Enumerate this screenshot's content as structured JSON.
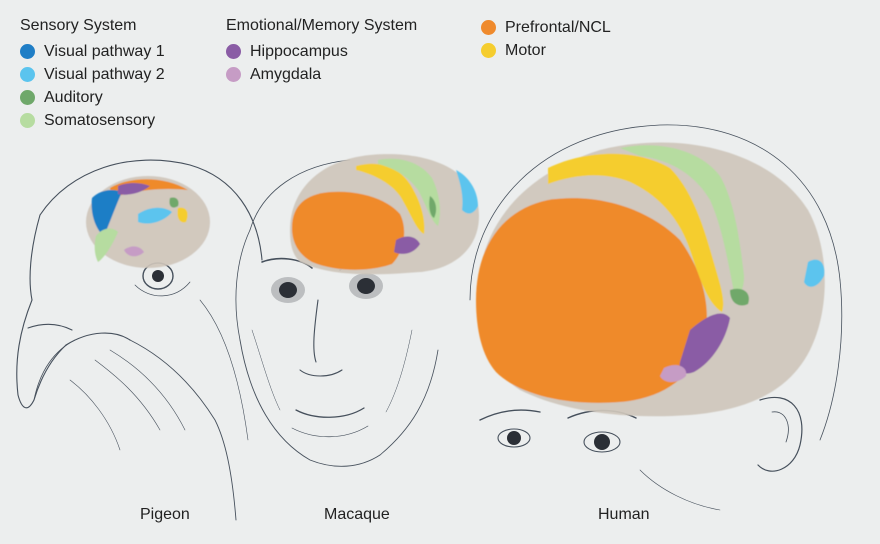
{
  "colors": {
    "visual1": "#1f7ec6",
    "visual2": "#5bc4ee",
    "auditory": "#6fa86a",
    "somatosensory": "#b6dca0",
    "hippocampus": "#8a5ca5",
    "amygdala": "#c69cc5",
    "prefrontal": "#ef8a2c",
    "motor": "#f5cd2e",
    "brain_base": "#cfc6bb",
    "sketch": "#46505c"
  },
  "legend": {
    "sensory": {
      "heading": "Sensory System",
      "items": [
        {
          "label": "Visual pathway 1",
          "color": "#1f7ec6"
        },
        {
          "label": "Visual pathway 2",
          "color": "#5bc4ee"
        },
        {
          "label": "Auditory",
          "color": "#6fa86a"
        },
        {
          "label": "Somatosensory",
          "color": "#b6dca0"
        }
      ]
    },
    "emotional": {
      "heading": "Emotional/Memory System",
      "items": [
        {
          "label": "Hippocampus",
          "color": "#8a5ca5"
        },
        {
          "label": "Amygdala",
          "color": "#c69cc5"
        }
      ]
    },
    "other": {
      "items": [
        {
          "label": "Prefrontal/NCL",
          "color": "#ef8a2c"
        },
        {
          "label": "Motor",
          "color": "#f5cd2e"
        }
      ]
    }
  },
  "species": {
    "pigeon": "Pigeon",
    "macaque": "Macaque",
    "human": "Human"
  }
}
